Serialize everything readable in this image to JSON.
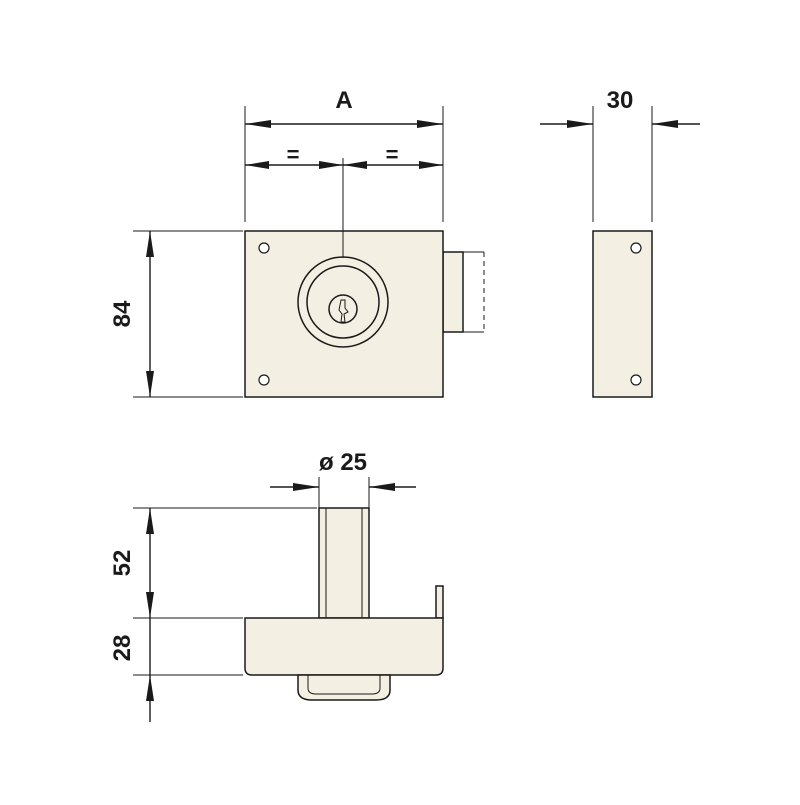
{
  "diagram": {
    "dimensions": {
      "width_front": "A",
      "equal_left": "=",
      "equal_right": "=",
      "depth_side": "30",
      "height_front": "84",
      "cylinder_diameter": "ø 25",
      "cylinder_length": "52",
      "case_thickness": "28"
    },
    "colors": {
      "line": "#1a1a1a",
      "body_fill": "#f4efe3",
      "background": "#ffffff"
    }
  }
}
